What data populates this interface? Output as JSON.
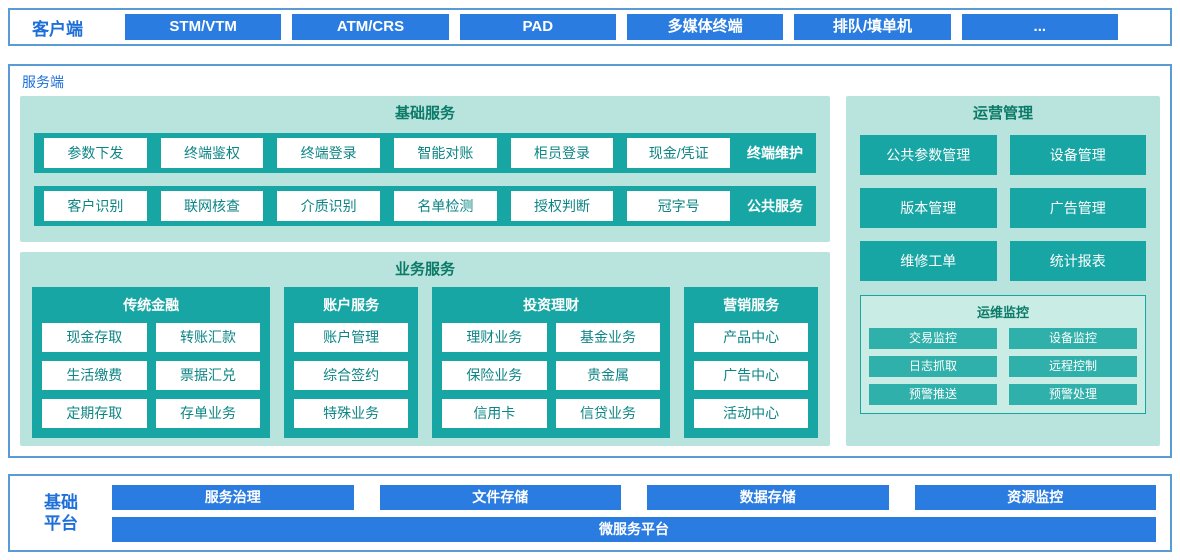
{
  "colors": {
    "blue": "#2a7ce0",
    "teal": "#18a6a4",
    "light_teal": "#b9e4dd",
    "border_blue": "#5b9bd5"
  },
  "client": {
    "label": "客户端",
    "items": [
      "STM/VTM",
      "ATM/CRS",
      "PAD",
      "多媒体终端",
      "排队/填单机",
      "..."
    ]
  },
  "server": {
    "label": "服务端",
    "basic_services": {
      "title": "基础服务",
      "rows": [
        {
          "tag": "终端维护",
          "items": [
            "参数下发",
            "终端鉴权",
            "终端登录",
            "智能对账",
            "柜员登录",
            "现金/凭证"
          ]
        },
        {
          "tag": "公共服务",
          "items": [
            "客户识别",
            "联网核查",
            "介质识别",
            "名单检测",
            "授权判断",
            "冠字号"
          ]
        }
      ]
    },
    "business_services": {
      "title": "业务服务",
      "groups": [
        {
          "title": "传统金融",
          "items": [
            "现金存取",
            "转账汇款",
            "生活缴费",
            "票据汇兑",
            "定期存取",
            "存单业务"
          ]
        },
        {
          "title": "账户服务",
          "items": [
            "账户管理",
            "综合签约",
            "特殊业务"
          ]
        },
        {
          "title": "投资理财",
          "items": [
            "理财业务",
            "基金业务",
            "保险业务",
            "贵金属",
            "信用卡",
            "信贷业务"
          ]
        },
        {
          "title": "营销服务",
          "items": [
            "产品中心",
            "广告中心",
            "活动中心"
          ]
        }
      ]
    },
    "operations": {
      "title": "运营管理",
      "items": [
        "公共参数管理",
        "设备管理",
        "版本管理",
        "广告管理",
        "维修工单",
        "统计报表"
      ],
      "monitoring": {
        "title": "运维监控",
        "items": [
          "交易监控",
          "设备监控",
          "日志抓取",
          "远程控制",
          "预警推送",
          "预警处理"
        ]
      }
    }
  },
  "platform": {
    "label": "基础平台",
    "items": [
      "服务治理",
      "文件存储",
      "数据存储",
      "资源监控"
    ],
    "bottom_bar": "微服务平台"
  }
}
